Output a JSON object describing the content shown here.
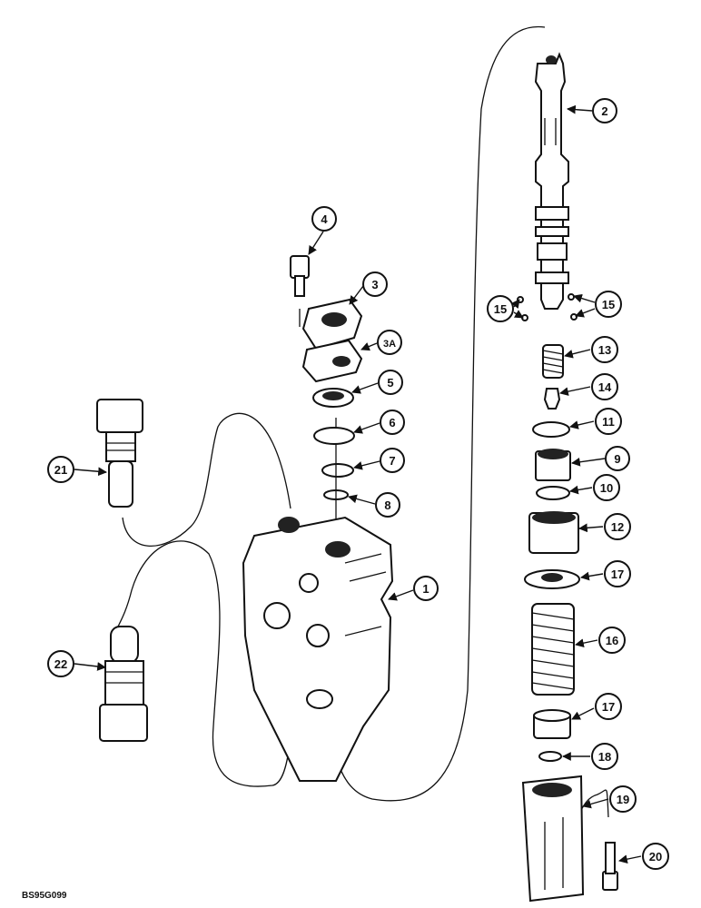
{
  "figure_ref": "BS95G099",
  "callouts": [
    "1",
    "2",
    "3",
    "3A",
    "4",
    "5",
    "6",
    "7",
    "8",
    "9",
    "10",
    "11",
    "12",
    "13",
    "14",
    "15",
    "15",
    "16",
    "17",
    "17",
    "18",
    "19",
    "20",
    "21",
    "22"
  ]
}
